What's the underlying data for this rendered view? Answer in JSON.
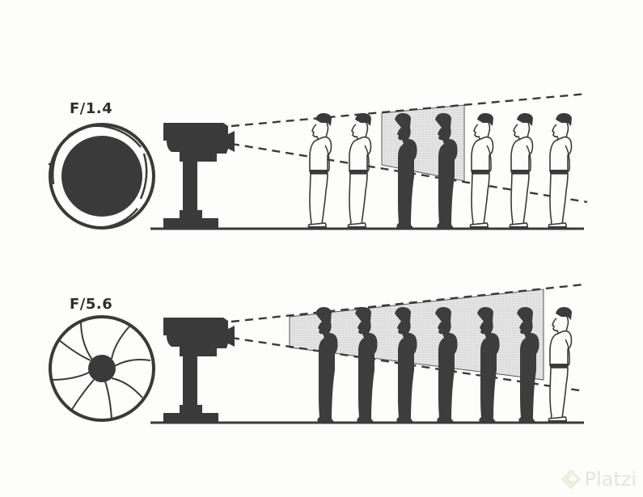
{
  "diagram": {
    "title": "Aperture vs Depth of Field",
    "panels": [
      {
        "aperture_label": "F/1.4",
        "aperture_opening": "wide",
        "figures_total": 7,
        "in_focus_figures": [
          3,
          4
        ],
        "description": "Shallow depth of field: only figures 3 and 4 are inside the shaded focus zone"
      },
      {
        "aperture_label": "F/5.6",
        "aperture_opening": "narrow",
        "figures_total": 7,
        "in_focus_figures": [
          1,
          2,
          3,
          4,
          5,
          6
        ],
        "description": "Deep depth of field: figures 1 through 6 are inside the shaded focus zone"
      }
    ],
    "colors": {
      "ink": "#3a3a3a",
      "zone_fill": "#dcdcdc",
      "paper": "#fdfdfb"
    }
  },
  "watermark": {
    "text": "Platzi"
  }
}
